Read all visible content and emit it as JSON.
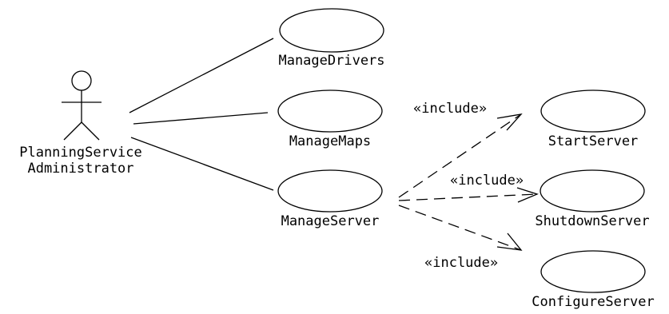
{
  "actor": {
    "name_line1": "PlanningService",
    "name_line2": "Administrator"
  },
  "use_cases": {
    "manage_drivers": "ManageDrivers",
    "manage_maps": "ManageMaps",
    "manage_server": "ManageServer",
    "start_server": "StartServer",
    "shutdown_server": "ShutdownServer",
    "configure_server": "ConfigureServer"
  },
  "relations": {
    "include_start": "«include»",
    "include_shutdown": "«include»",
    "include_configure": "«include»"
  },
  "colors": {
    "stroke": "#000000",
    "background": "#ffffff"
  }
}
